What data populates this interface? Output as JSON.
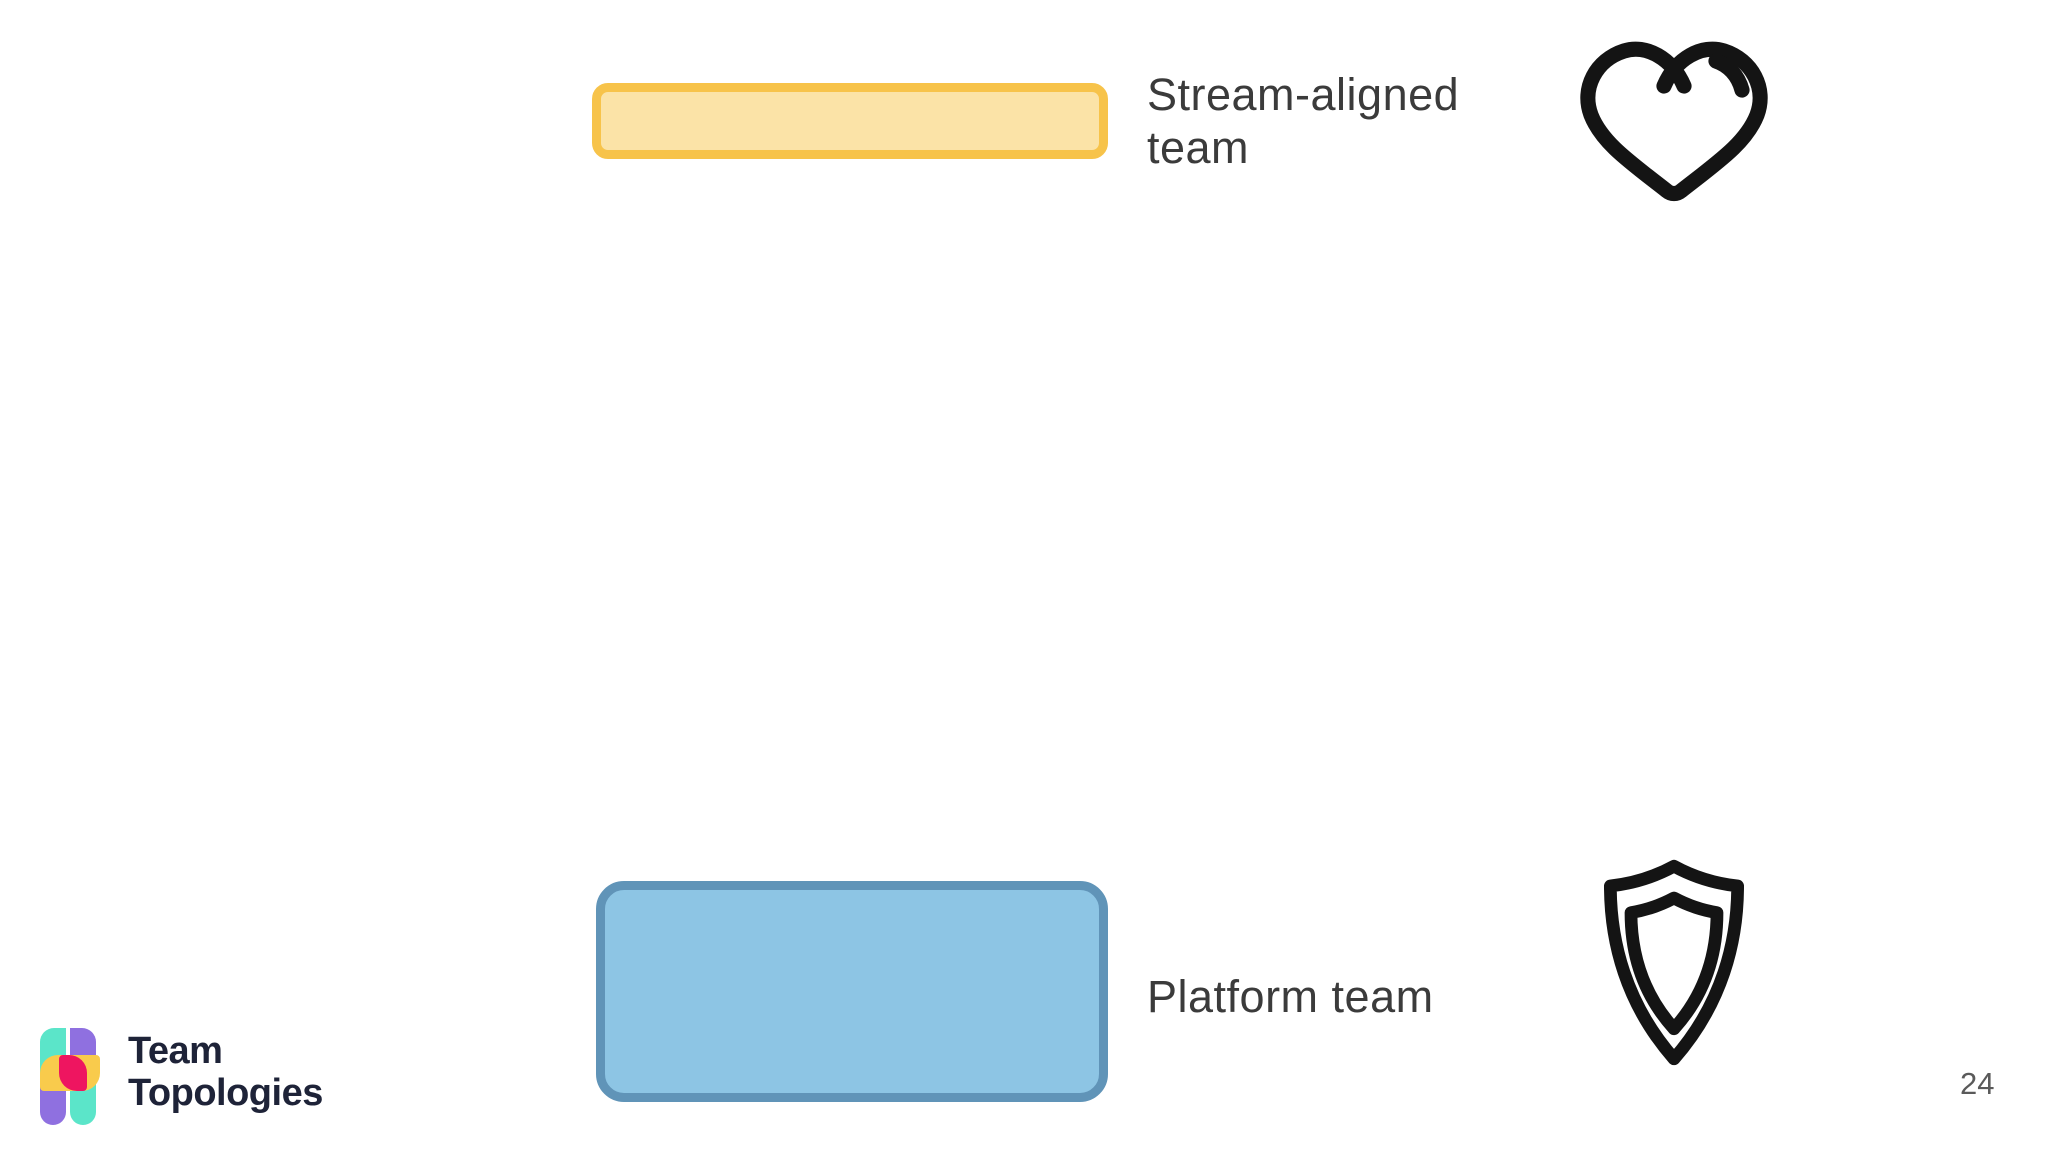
{
  "slide": {
    "background": "#ffffff",
    "text_color": "#3b3b3b",
    "page_number": "24",
    "page_number_color": "#5a5a5a"
  },
  "legend": {
    "stream_aligned": {
      "label": "Stream-aligned team",
      "shape": "wide rounded rectangle",
      "shape_fill": "#FBE3A7",
      "shape_border": "#F7C34A",
      "icon": "heart-icon"
    },
    "platform": {
      "label": "Platform team",
      "shape": "large rounded rectangle",
      "shape_fill": "#8DC5E4",
      "shape_border": "#6094B8",
      "icon": "shield-icon"
    }
  },
  "icons": {
    "stroke_color": "#141414",
    "heart": "heart-icon",
    "shield": "shield-icon"
  },
  "logo": {
    "name_line1": "Team",
    "name_line2": "Topologies",
    "text_color": "#1E2338",
    "mark_colors": {
      "mint": "#5BE5C9",
      "purple": "#8F70E0",
      "yellow": "#F9CB4C",
      "pink": "#EE1560"
    }
  }
}
